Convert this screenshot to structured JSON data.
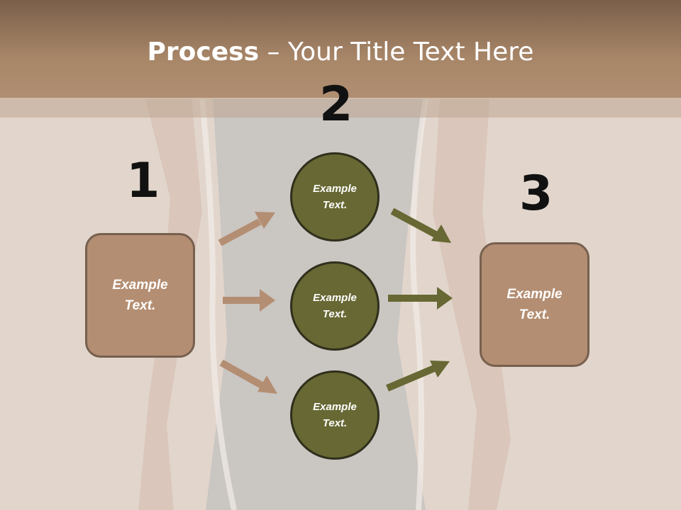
{
  "slide": {
    "title_bold": "Process",
    "title_rest": " – Your Title Text Here"
  },
  "diagram": {
    "steps": [
      "1",
      "2",
      "3"
    ],
    "input_box": "Example Text.",
    "circles": [
      "Example Text.",
      "Example Text.",
      "Example Text."
    ],
    "output_box": "Example Text."
  },
  "colors": {
    "header": "#a88668",
    "box_fill": "#b48e72",
    "box_border": "#76604f",
    "circle_fill": "#676833",
    "circle_border": "#2f2f1c",
    "arrow_in": "#b48e72",
    "arrow_out": "#676833"
  }
}
